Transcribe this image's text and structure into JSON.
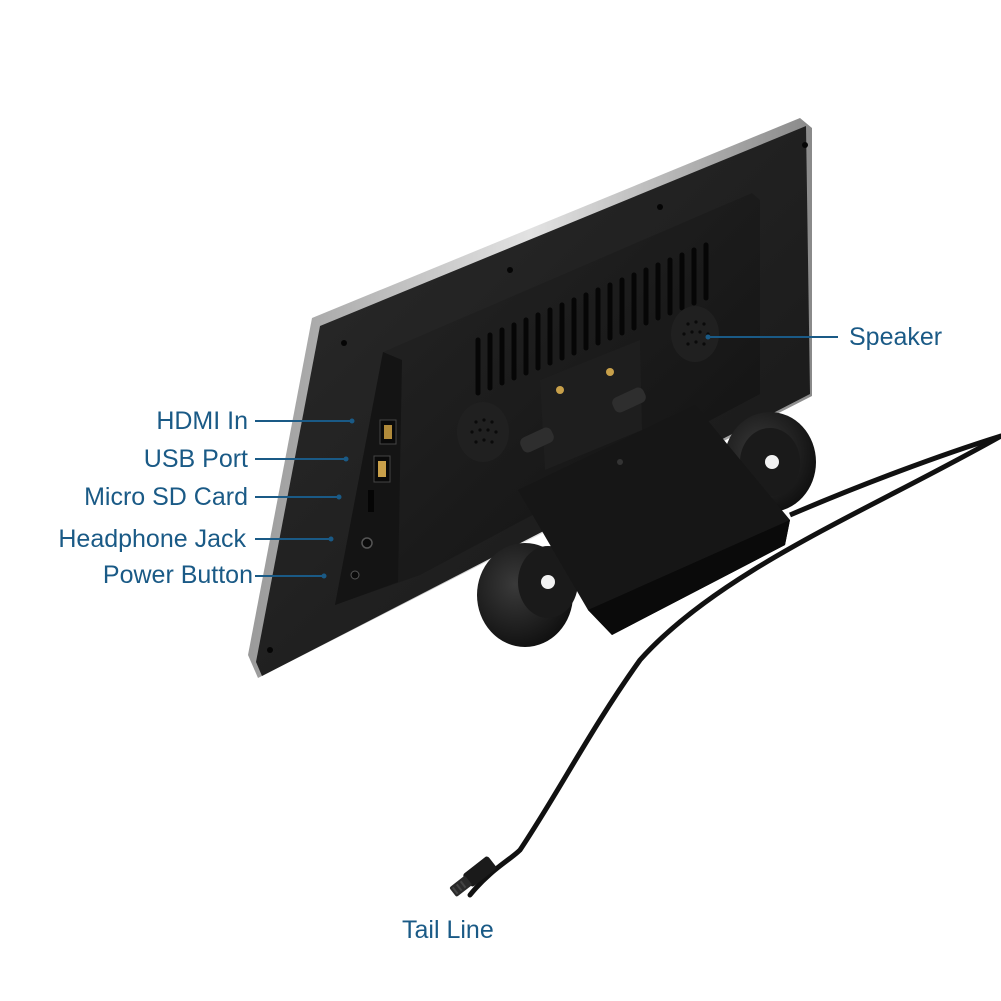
{
  "callouts": {
    "speaker": "Speaker",
    "hdmi_in": "HDMI In",
    "usb_port": "USB Port",
    "micro_sd_card": "Micro SD Card",
    "headphone_jack": "Headphone Jack",
    "power_button": "Power Button",
    "tail_line": "Tail Line"
  },
  "colors": {
    "label": "#1a5a86",
    "leader_line": "#1a5a86",
    "device_body": "#1c1c1c",
    "bezel_edge": "#c9c9c9",
    "bracket": "#141414"
  }
}
